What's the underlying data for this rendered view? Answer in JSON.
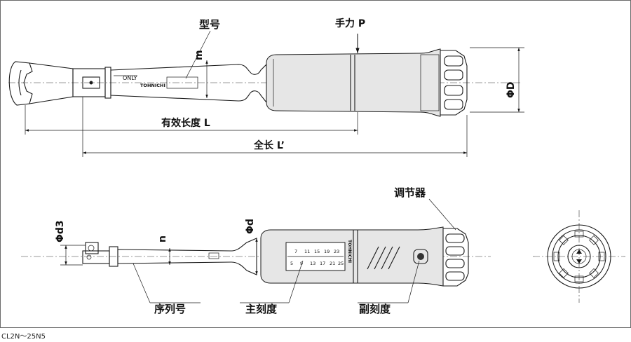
{
  "labels": {
    "model_no": "型号",
    "hand_force": "手力 P",
    "effective_length": "有效长度 L",
    "total_length": "全长 L’",
    "m": "m",
    "phi_D": "ΦD",
    "adjuster": "调节器",
    "phi_d3": "Φd3",
    "n": "n",
    "phi_d": "Φd",
    "serial_no": "序列号",
    "main_scale": "主刻度",
    "sub_scale": "副刻度"
  },
  "marking": {
    "only": "ONLY",
    "brand": "TOHNICHI"
  },
  "main_scale_numbers": {
    "top": [
      "7",
      "11",
      "15",
      "19",
      "23"
    ],
    "bottom": [
      "5",
      "9",
      "13",
      "17",
      "21",
      "25"
    ]
  },
  "caption": "CL2N～25N5"
}
